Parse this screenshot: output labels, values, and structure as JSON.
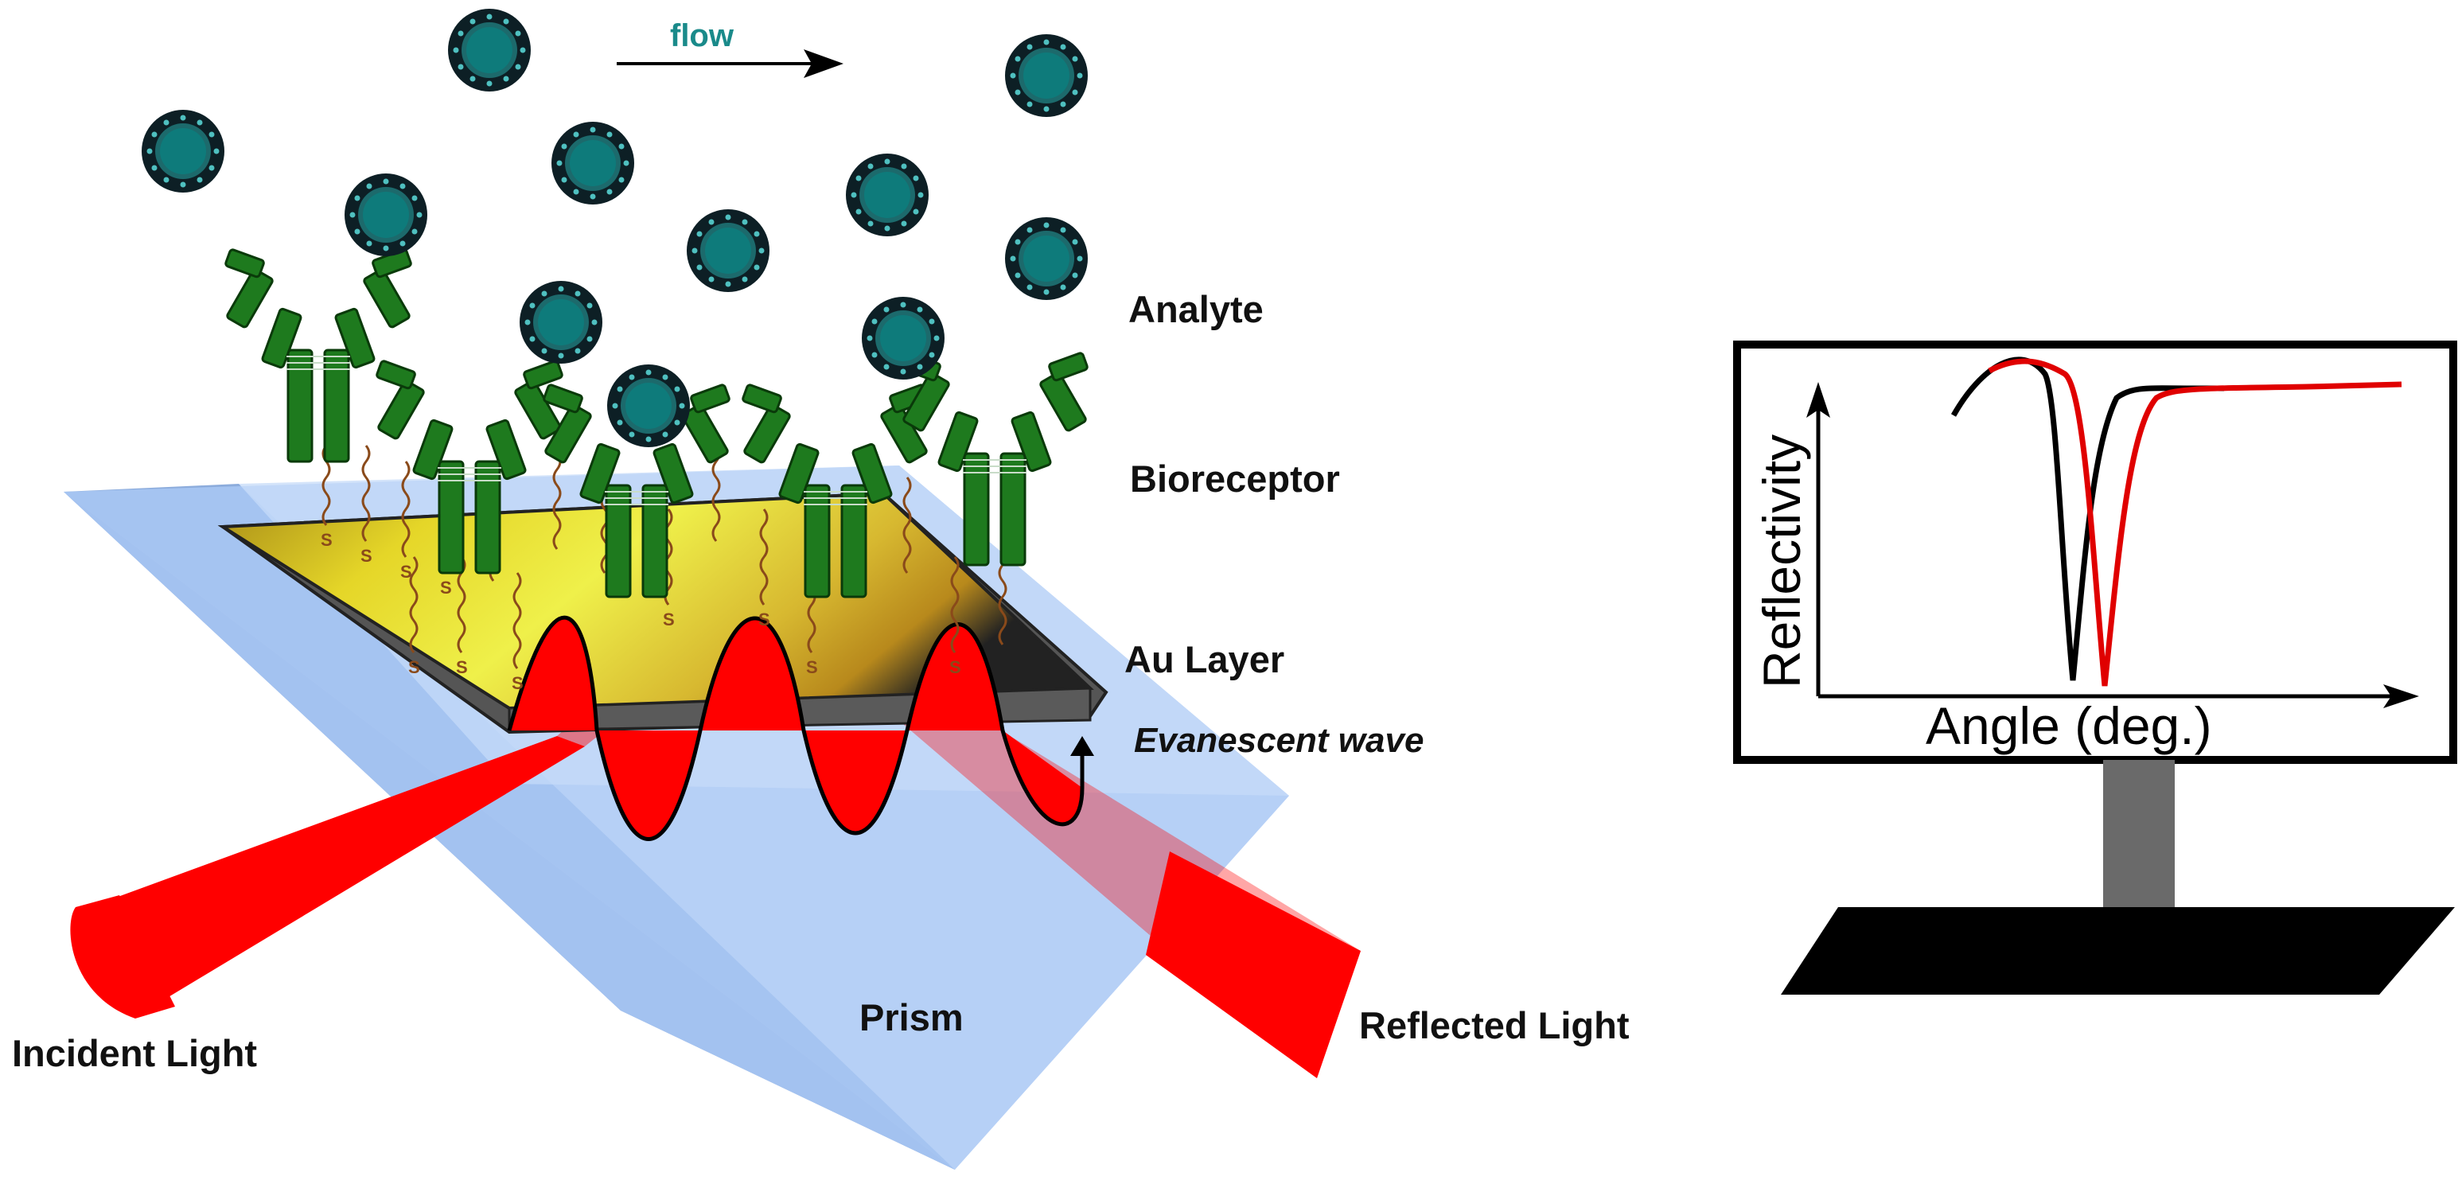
{
  "labels": {
    "flow": "flow",
    "analyte": "Analyte",
    "bioreceptor": "Bioreceptor",
    "au_layer": "Au Layer",
    "evanescent_wave": "Evanescent wave",
    "prism": "Prism",
    "incident_light": "Incident Light",
    "reflected_light": "Reflected Light",
    "thiol": "S"
  },
  "monitor": {
    "x_axis_label": "Angle (deg.)",
    "y_axis_label": "Reflectivity"
  },
  "colors": {
    "light_beam": "#ff0000",
    "gold_layer": "#e8d820",
    "prism": "#a9c8f5",
    "antibody": "#1e7a1e",
    "analyte_core": "#0e7b7b",
    "analyte_shell": "#0d1f25",
    "curve_before": "#000000",
    "curve_after": "#e00000",
    "flow_text": "#1a8a8a"
  },
  "icons": [
    "analyte-particle-icon",
    "antibody-icon",
    "monitor-icon",
    "flow-arrow-icon"
  ]
}
